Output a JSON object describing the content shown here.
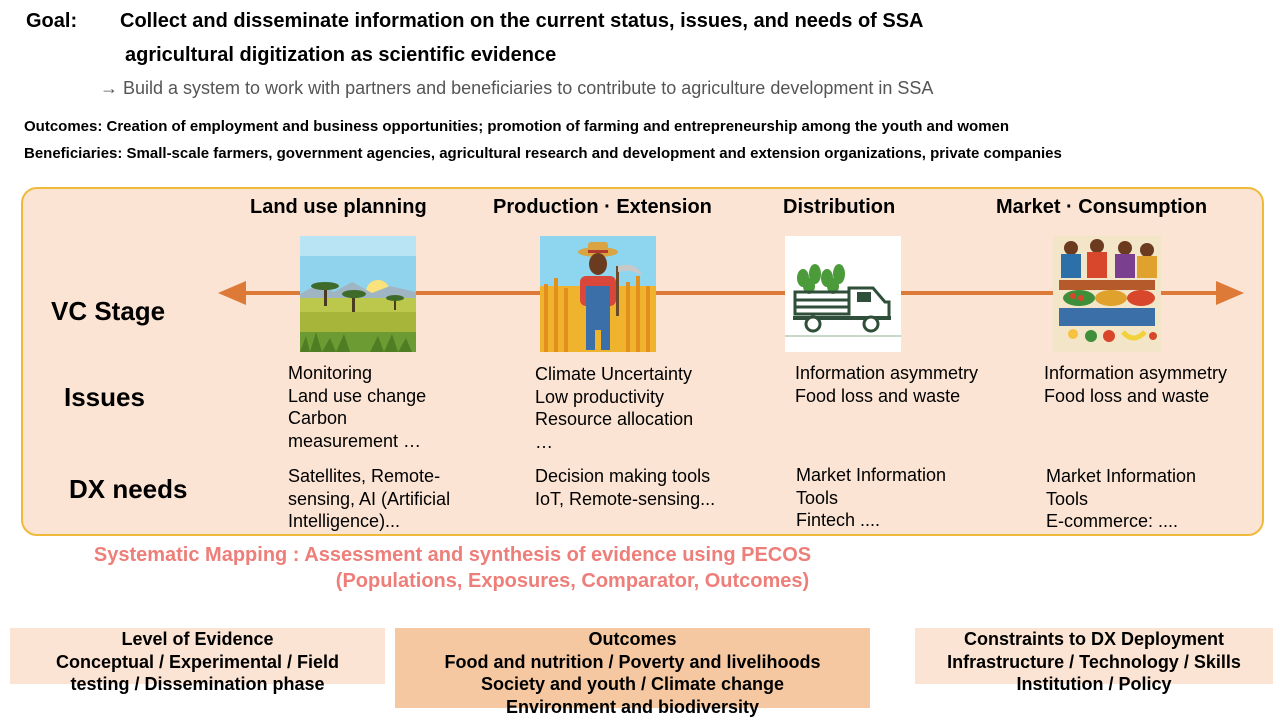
{
  "header": {
    "goal_label": "Goal:",
    "goal_line1": "Collect and disseminate information on the current status, issues, and needs of SSA",
    "goal_line2": "agricultural digitization as scientific evidence",
    "goal_sub": "→ Build a system to work with partners and beneficiaries to contribute to agriculture development in SSA",
    "outcomes": "Outcomes: Creation of employment and business opportunities; promotion of farming and entrepreneurship among the youth and women",
    "beneficiaries": "Beneficiaries: Small-scale farmers, government agencies, agricultural research and development and extension organizations, private companies"
  },
  "rows": {
    "vc_stage": "VC Stage",
    "issues": "Issues",
    "dx_needs": "DX needs"
  },
  "stages": [
    {
      "title": "Land use planning",
      "image_icon": "savanna-landscape-illustration",
      "issues": [
        "Monitoring",
        "Land use change",
        "Carbon",
        "measurement …"
      ],
      "dx": [
        "Satellites, Remote-",
        "sensing, AI (Artificial",
        "Intelligence)..."
      ]
    },
    {
      "title": "Production · Extension",
      "image_icon": "farmer-in-wheat-field-illustration",
      "issues": [
        "Climate Uncertainty",
        "Low productivity",
        "Resource allocation",
        "…"
      ],
      "dx": [
        "Decision making tools",
        "IoT, Remote-sensing..."
      ]
    },
    {
      "title": "Distribution",
      "image_icon": "delivery-truck-icon",
      "issues": [
        "Information asymmetry",
        "Food loss and waste"
      ],
      "dx": [
        "Market Information",
        "Tools",
        "Fintech ...."
      ]
    },
    {
      "title": "Market · Consumption",
      "image_icon": "market-vendors-illustration",
      "issues": [
        "Information asymmetry",
        "Food loss and waste"
      ],
      "dx": [
        "Market Information",
        "Tools",
        "E-commerce: ...."
      ]
    }
  ],
  "mapping": {
    "line1": "Systematic Mapping : Assessment and synthesis of evidence using PECOS",
    "line2": "(Populations, Exposures, Comparator, Outcomes)"
  },
  "bottom": {
    "level": [
      "Level of Evidence",
      "Conceptual / Experimental / Field",
      "testing / Dissemination phase"
    ],
    "outcomes": [
      "Outcomes",
      "Food and nutrition / Poverty and livelihoods",
      "Society and youth / Climate change",
      "Environment and biodiversity"
    ],
    "constraints": [
      "Constraints to DX Deployment",
      "Infrastructure / Technology / Skills",
      "Institution / Policy"
    ]
  },
  "colors": {
    "arrow": "#dd7a37",
    "panel_fill": "#fbe4d3",
    "panel_border": "#f0b93a",
    "mapping_text": "#ee7e79",
    "outcome_box": "#f5c8a2"
  }
}
